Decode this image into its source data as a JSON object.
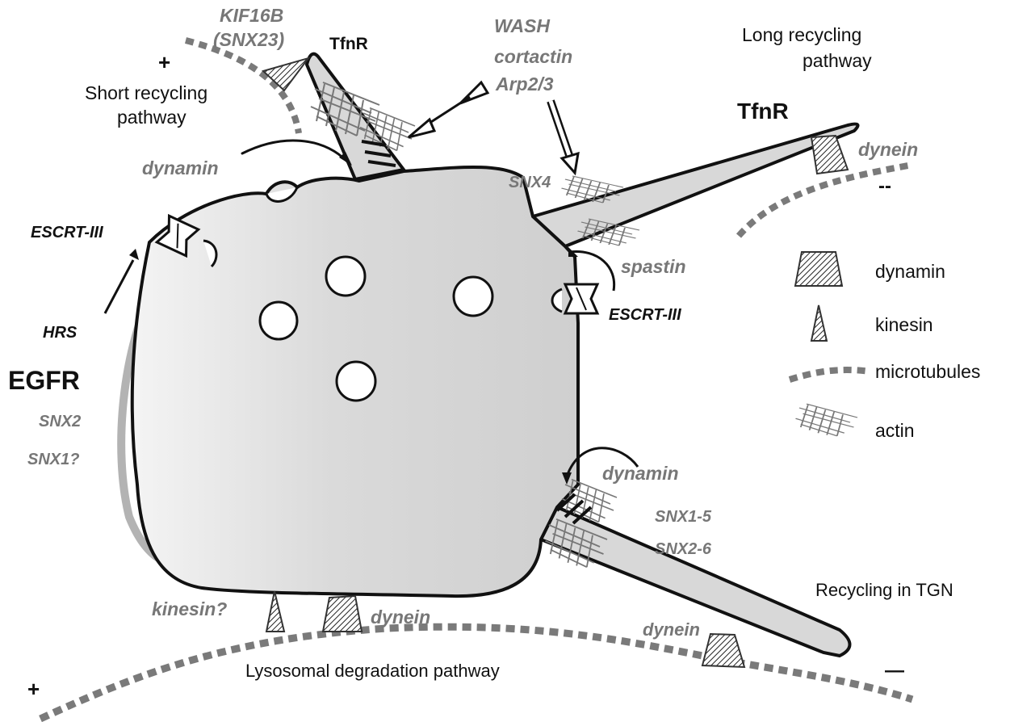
{
  "diagram": {
    "pathways": {
      "short_recycling": "Short recycling\npathway",
      "long_recycling": "Long recycling\npathway",
      "recycling_tgn": "Recycling in TGN",
      "lysosomal": "Lysosomal degradation pathway"
    },
    "receptors": {
      "tfnr_short": "TfnR",
      "tfnr_long": "TfnR",
      "egfr": "EGFR"
    },
    "proteins": {
      "kif16b": "KIF16B",
      "snx23": "(SNX23)",
      "wash": "WASH",
      "cortactin": "cortactin",
      "arp23": "Arp2/3",
      "dynamin_top": "dynamin",
      "snx4": "SNX4",
      "dynein_long": "dynein",
      "escrt_left": "ESCRT-III",
      "escrt_right": "ESCRT-III",
      "spastin": "spastin",
      "hrs": "HRS",
      "snx2": "SNX2",
      "snx1q": "SNX1?",
      "dynamin_bottom": "dynamin",
      "snx15": "SNX1-5",
      "snx26": "SNX2-6",
      "kinesin_q": "kinesin?",
      "dynein_bottom": "dynein",
      "dynein_tgn": "dynein"
    },
    "polarity": {
      "plus_top": "+",
      "minus_long": "--",
      "plus_bottom": "+",
      "minus_bottom": "—"
    },
    "legend": [
      {
        "key": "dynamin",
        "label": "dynamin"
      },
      {
        "key": "kinesin",
        "label": "kinesin"
      },
      {
        "key": "microtubules",
        "label": "microtubules"
      },
      {
        "key": "actin",
        "label": "actin"
      }
    ],
    "colors": {
      "body_fill": "#d6d6d6",
      "outline": "#111111",
      "microtubule": "#7a7a7a",
      "gray_label": "#777777",
      "egfr_band": "#b3b3b3"
    }
  }
}
